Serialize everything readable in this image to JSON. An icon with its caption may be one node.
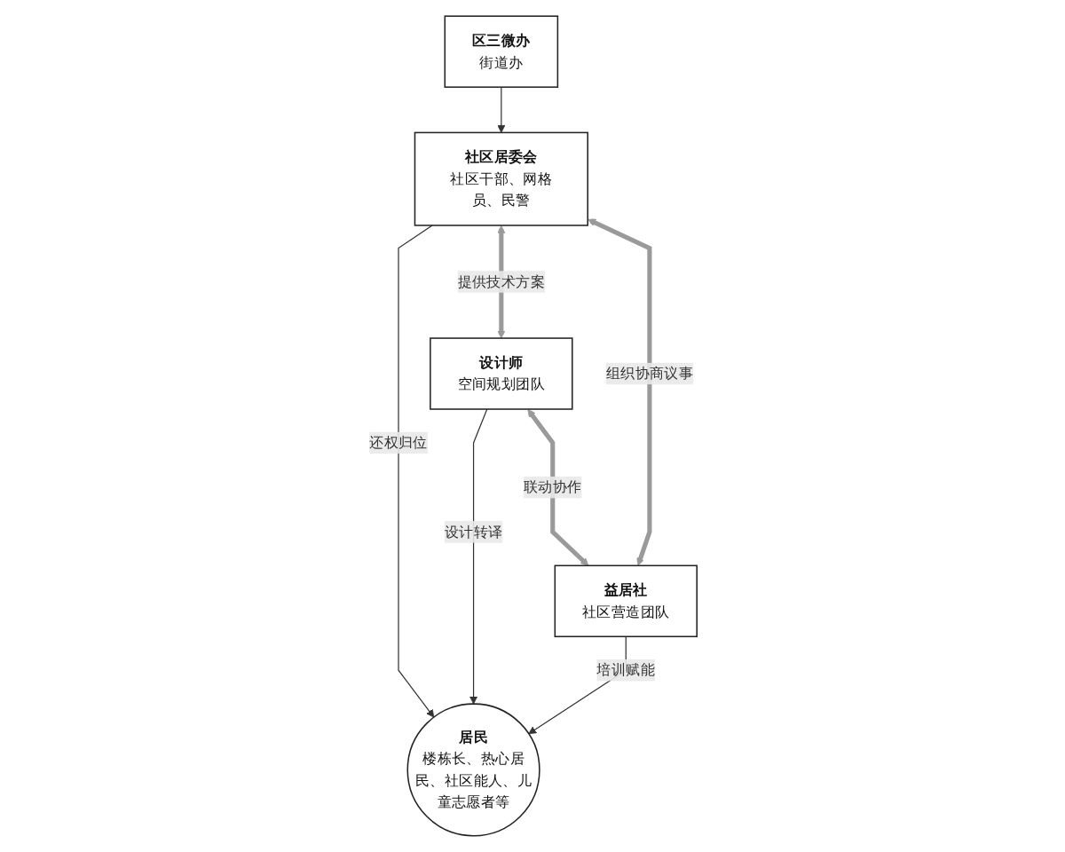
{
  "diagram": {
    "nodes": [
      {
        "text": [
          "区三微办",
          "街道办"
        ]
      },
      {
        "text": [
          "社区居委会",
          "社区干部、网格员、民警"
        ]
      },
      {
        "text": [
          "居民",
          "楼栋长、热心居民、社区能人、儿童志愿者等"
        ]
      },
      {
        "text": [
          "设计师",
          "空间规划团队"
        ]
      },
      {
        "text": [
          "益居社",
          "社区营造团队"
        ]
      }
    ],
    "edges": [
      {
        "from": 0,
        "to": 1,
        "arrow": "to"
      },
      {
        "from": 1,
        "to": 2,
        "arrow": "to",
        "label": "还权归位"
      },
      {
        "from": 3,
        "to": 1,
        "arrow": "both",
        "label": "提供技术方案",
        "style": "thick",
        "color": "#9a9a9a"
      },
      {
        "from": 1,
        "to": 4,
        "arrow": "both",
        "label": "组织协商议事",
        "style": "thick",
        "color": "#9a9a9a"
      },
      {
        "from": 3,
        "to": 2,
        "arrow": "to",
        "label": "设计转译"
      },
      {
        "from": 4,
        "to": 2,
        "arrow": "to",
        "label": "培训赋能"
      },
      {
        "from": 3,
        "to": 4,
        "arrow": "both",
        "label": "联动协作",
        "style": "thick",
        "color": "#9a9a9a"
      }
    ]
  }
}
